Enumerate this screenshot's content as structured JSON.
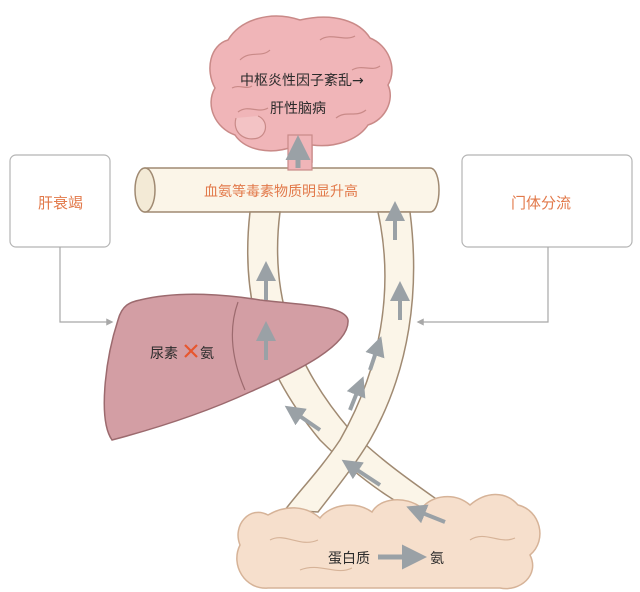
{
  "labels": {
    "brain_line1": "中枢炎性因子紊乱→",
    "brain_line2": "肝性脑病",
    "vessel": "血氨等毒素物质明显升高",
    "left_box": "肝衰竭",
    "right_box": "门体分流",
    "liver_left": "尿素",
    "liver_right": "氨",
    "intestine_left": "蛋白质",
    "intestine_right": "氨"
  },
  "icons": {
    "liver_conversion": "x-mark-icon",
    "intestine_conversion": "arrow-right-icon"
  },
  "colors": {
    "brain": "#f0b5b8",
    "brain_stroke": "#c98a88",
    "liver": "#d39ea4",
    "liver_stroke": "#9c6a6e",
    "vessel_fill": "#fbf5e8",
    "vessel_stroke": "#a08a72",
    "intestine": "#f6dfcc",
    "intestine_stroke": "#d6b398",
    "arrow": "#9aa1a6",
    "box_border": "#b5b5b5",
    "accent_text": "#e2794a",
    "cross": "#e7562e"
  }
}
